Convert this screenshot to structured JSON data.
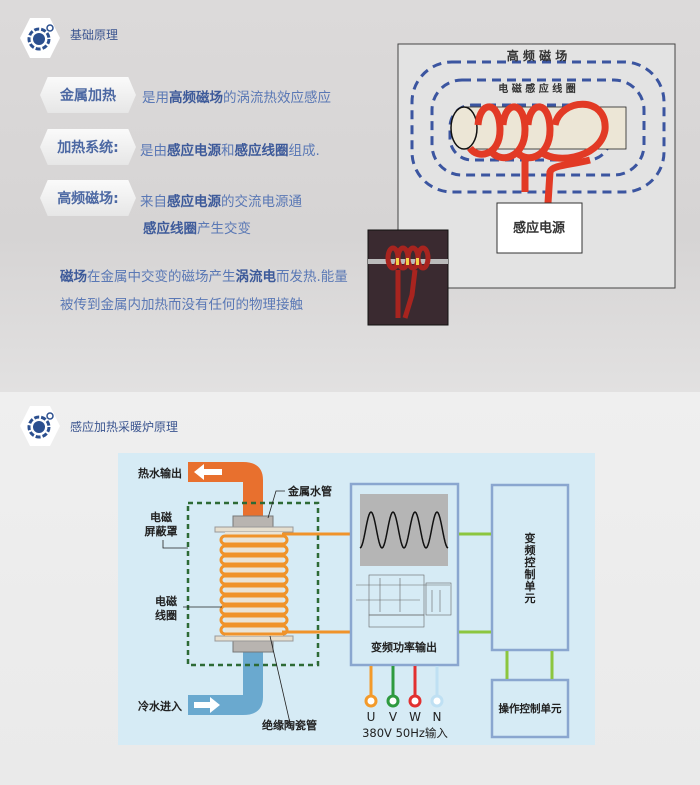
{
  "section1": {
    "title": "基础原理",
    "rows": [
      {
        "pill": "金属加热",
        "segments": [
          {
            "t": "是用"
          },
          {
            "t": "高频磁场",
            "b": true
          },
          {
            "t": "的涡流热效应感应"
          }
        ]
      },
      {
        "pill": "加热系统:",
        "segments": [
          {
            "t": "是由"
          },
          {
            "t": "感应电源",
            "b": true
          },
          {
            "t": "和"
          },
          {
            "t": "感应线圈",
            "b": true
          },
          {
            "t": "组成."
          }
        ]
      },
      {
        "pill": "高频磁场:",
        "segments": [
          {
            "t": "来自"
          },
          {
            "t": "感应电源",
            "b": true
          },
          {
            "t": "的交流电源通"
          }
        ],
        "line2": [
          {
            "t": "感应线圈",
            "b": true
          },
          {
            "t": "产生交变"
          }
        ]
      }
    ],
    "paragraph": [
      {
        "t": "磁场",
        "b": true
      },
      {
        "t": "在金属中交变的磁场产生"
      },
      {
        "t": "涡流电",
        "b": true
      },
      {
        "t": "而发热."
      },
      {
        "t": "能量被传到金属内加热而没有任何的物理接触"
      }
    ],
    "diagram": {
      "field_label": "高 频 磁 场",
      "coil_label": "电 磁 感 应 线 圈",
      "power_label": "感应电源"
    }
  },
  "section2": {
    "title": "感应加热采暖炉原理",
    "labels": {
      "hot_out": "热水输出",
      "metal_pipe": "金属水管",
      "shield_1": "电磁",
      "shield_2": "屏蔽罩",
      "coil_1": "电磁",
      "coil_2": "线圈",
      "cold_in": "冷水进入",
      "ceramic": "绝缘陶瓷管",
      "power_out": "变频功率输出",
      "control_unit": [
        "变",
        "频",
        "控",
        "制",
        "单",
        "元"
      ],
      "operation_unit": "操作控制单元",
      "input": "380V 50Hz输入"
    },
    "terminals": [
      {
        "label": "U",
        "color": "#f39a2a"
      },
      {
        "label": "V",
        "color": "#2e9a3e"
      },
      {
        "label": "W",
        "color": "#e23030"
      },
      {
        "label": "N",
        "color": "#bfe0f3"
      }
    ]
  },
  "colors": {
    "accent": "#3d5a9a",
    "hot": "#e8702e",
    "cold": "#6aa9cf",
    "coil": "#f0932a",
    "panel": "#d6ebf5",
    "box": "#8aa6cf",
    "link": "#8cc63f"
  }
}
